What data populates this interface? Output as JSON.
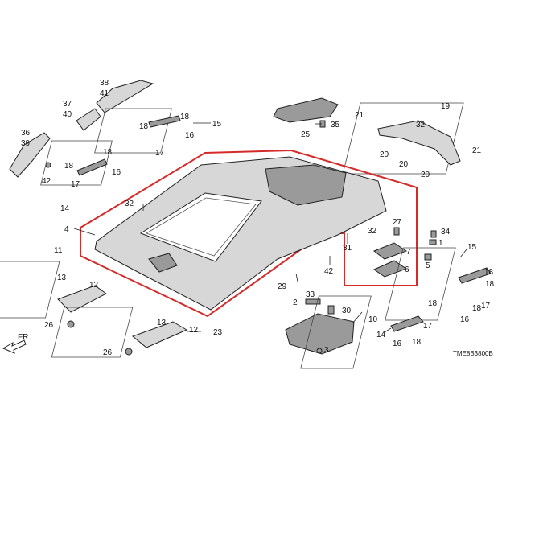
{
  "diagram_code": "TME8B3800B",
  "direction_label": "FR.",
  "colors": {
    "highlight": "#d42a2a",
    "line": "#222222",
    "part_fill": "#d7d7d7",
    "part_dark": "#9a9a9a"
  },
  "callouts": {
    "c1": "1",
    "c2": "2",
    "c3": "3",
    "c4": "4",
    "c5": "5",
    "c6": "6",
    "c7": "7",
    "c10": "10",
    "c11": "11",
    "c12a": "12",
    "c12b": "12",
    "c13a": "13",
    "c13b": "13",
    "c14a": "14",
    "c14b": "14",
    "c15a": "15",
    "c15b": "15",
    "c16a": "16",
    "c16b": "16",
    "c16c": "16",
    "c16d": "16",
    "c17a": "17",
    "c17b": "17",
    "c17c": "17",
    "c17d": "17",
    "c18a": "18",
    "c18b": "18",
    "c18c": "18",
    "c18d": "18",
    "c18e": "18",
    "c18f": "18",
    "c18g": "18",
    "c18h": "18",
    "c19": "19",
    "c20a": "20",
    "c20b": "20",
    "c20c": "20",
    "c21a": "21",
    "c21b": "21",
    "c23": "23",
    "c25": "25",
    "c26a": "26",
    "c26b": "26",
    "c27": "27",
    "c29": "29",
    "c30": "30",
    "c31": "31",
    "c32a": "32",
    "c32b": "32",
    "c32c": "32",
    "c33": "33",
    "c34": "34",
    "c35": "35",
    "c36": "36",
    "c37": "37",
    "c38": "38",
    "c39": "39",
    "c40": "40",
    "c41": "41",
    "c42a": "42",
    "c42b": "42"
  }
}
